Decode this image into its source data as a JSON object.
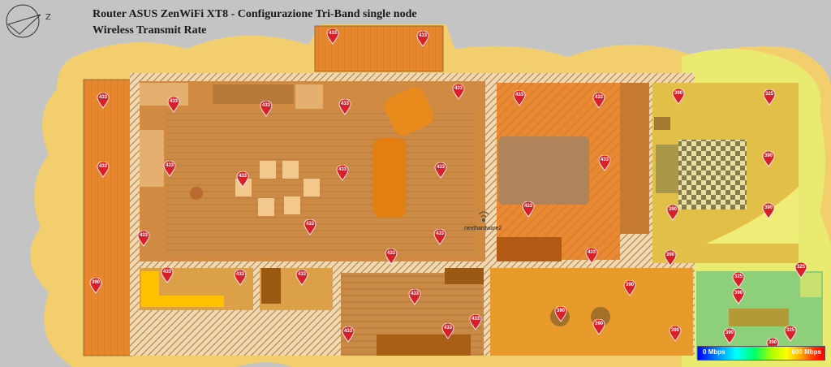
{
  "header": {
    "title": "Router ASUS ZenWiFi XT8 - Configurazione Tri-Band single node",
    "subtitle": "Wireless Transmit Rate"
  },
  "router": {
    "label": "nexthardware2"
  },
  "legend": {
    "min_label": "0 Mbps",
    "max_label": "600 Mbps"
  },
  "colors": {
    "coverage_433": "#e89a3a",
    "coverage_390": "#e0c03a",
    "coverage_325": "#c6de5a",
    "pin": "#d8202a",
    "outside": "#c4c4c4"
  },
  "icons": [
    "compass-icon",
    "router-icon",
    "map-pin-icon"
  ],
  "pins": [
    "433",
    "433",
    "433",
    "433",
    "433",
    "433",
    "433",
    "433",
    "433",
    "433",
    "433",
    "433",
    "433",
    "433",
    "433",
    "433",
    "433",
    "433",
    "433",
    "433",
    "433",
    "433",
    "433",
    "433",
    "433",
    "433",
    "433",
    "433",
    "390",
    "325",
    "390",
    "390",
    "390",
    "390",
    "390",
    "390",
    "390",
    "390",
    "325",
    "325",
    "390",
    "390",
    "325",
    "390",
    "390"
  ]
}
